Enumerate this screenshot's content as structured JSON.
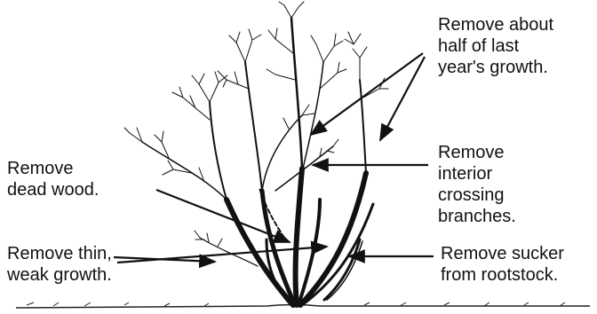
{
  "labels": {
    "half_growth": [
      "Remove about",
      "half of last",
      "year's growth."
    ],
    "interior": [
      "Remove",
      "interior",
      "crossing",
      "branches."
    ],
    "dead_wood": [
      "Remove",
      "dead wood."
    ],
    "thin": [
      "Remove thin,",
      "weak growth."
    ],
    "sucker": [
      "Remove sucker",
      "from rootstock."
    ]
  },
  "colors": {
    "ink": "#111111",
    "background": "#ffffff"
  }
}
